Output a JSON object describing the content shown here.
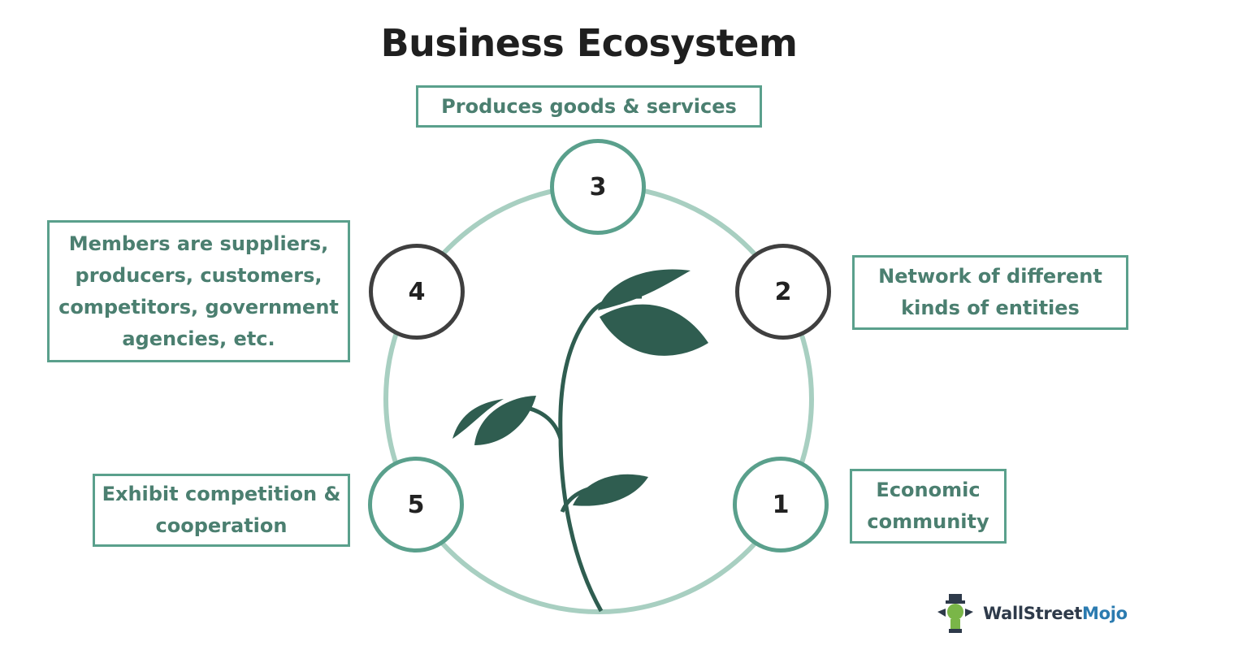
{
  "title": "Business Ecosystem",
  "steps": [
    {
      "number": "1",
      "text": "Economic community"
    },
    {
      "number": "2",
      "text": "Network of different kinds of entities"
    },
    {
      "number": "3",
      "text": "Produces goods & services"
    },
    {
      "number": "4",
      "text": "Members are suppliers, producers, customers, competitors, government agencies, etc."
    },
    {
      "number": "5",
      "text": "Exhibit competition & cooperation"
    }
  ],
  "brand": {
    "part1": "WallStreet",
    "part2": "Mojo"
  },
  "colors": {
    "accent": "#5aa08c",
    "ring": "#a8cfc1",
    "dark_circle": "#3f3f3f",
    "plant": "#2f5d50",
    "box_text": "#4b7f70"
  },
  "icons": [
    "plant-icon",
    "wallstreetmojo-logo-icon"
  ]
}
